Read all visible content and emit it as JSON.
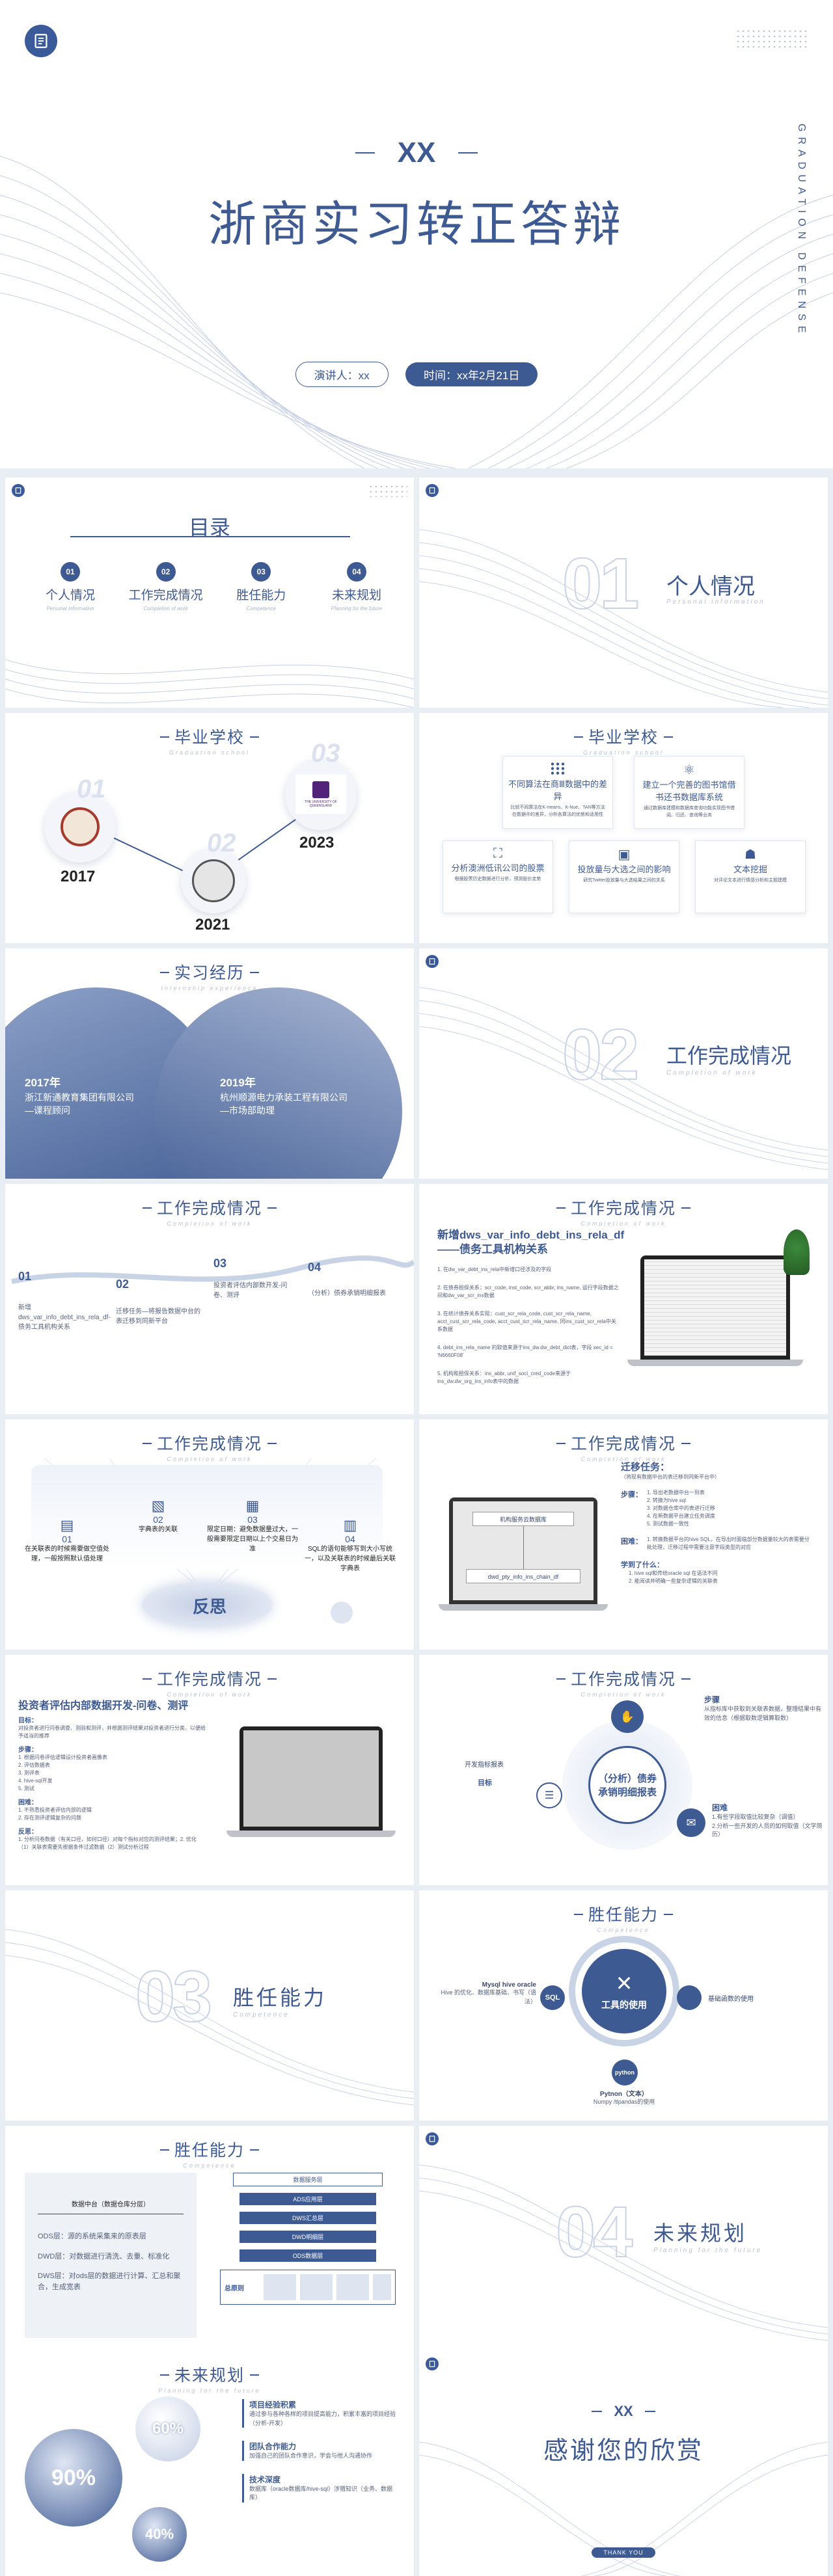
{
  "colors": {
    "primary": "#3e5a92",
    "light": "#c9d3e6",
    "pale": "#e9edf4"
  },
  "cover": {
    "xx": "XX",
    "title": "浙商实习转正答辩",
    "side_text": "GRADUATION DEFENSE",
    "presenter": "演讲人：xx",
    "time": "时间：xx年2月21日"
  },
  "toc": {
    "title": "目录",
    "items": [
      {
        "num": "01",
        "label": "个人情况",
        "en": "Personal information"
      },
      {
        "num": "02",
        "label": "工作完成情况",
        "en": "Completion of work"
      },
      {
        "num": "03",
        "label": "胜任能力",
        "en": "Competence"
      },
      {
        "num": "04",
        "label": "未来规划",
        "en": "Planning for the future"
      }
    ]
  },
  "sec01": {
    "num": "01",
    "title": "个人情况",
    "en": "Personal information"
  },
  "school": {
    "title": "毕业学校",
    "en": "Graduation school",
    "items": [
      {
        "year": "2017",
        "num": "01"
      },
      {
        "year": "2021",
        "num": "02"
      },
      {
        "year": "2023",
        "num": "03",
        "name": "THE UNIVERSITY OF QUEENSLAND"
      }
    ]
  },
  "school2": {
    "title": "毕业学校",
    "en": "Graduation school",
    "cards": [
      {
        "title": "不同算法在商Ⅲ数据中的差异",
        "desc": "比较不同算法在K-means、K-Nue、TAN等方法在数据中的差异，分析各算法的优势和适用性"
      },
      {
        "title": "建立一个完善的图书馆借书还书数据库系统",
        "desc": "通过数据库建模和数据库查询功能实现图书借阅、归还、查询等业务"
      },
      {
        "title": "分析澳洲低讯公司的股票",
        "desc": "根据股票历史数据进行分析，预测股价走势"
      },
      {
        "title": "投放量与大选之间的影响",
        "desc": "研究Twitter投放量与大选结果之间的关系"
      },
      {
        "title": "文本挖掘",
        "desc": "对评论文本进行情感分析和主题建模"
      }
    ]
  },
  "intern": {
    "title": "实习经历",
    "en": "Internship experience",
    "items": [
      {
        "year": "2017年",
        "desc": "浙江新通教育集团有限公司—课程顾问"
      },
      {
        "year": "2019年",
        "desc": "杭州顺源电力承装工程有限公司—市场部助理"
      }
    ]
  },
  "sec02": {
    "num": "02",
    "title": "工作完成情况",
    "en": "Completion of work"
  },
  "work1": {
    "title": "工作完成情况",
    "en": "Completion of work",
    "items": [
      {
        "num": "01",
        "desc": "新增dws_var_info_debt_ins_rela_df-债务工具机构关系"
      },
      {
        "num": "02",
        "desc": "迁移任务—将报告数据中台的表迁移到同新平台"
      },
      {
        "num": "03",
        "desc": "投资者评估内部数开发-问卷、测评"
      },
      {
        "num": "04",
        "desc": "（分析）债券承销明细报表"
      }
    ]
  },
  "work2": {
    "title": "工作完成情况",
    "en": "Completion of work",
    "heading1": "新增dws_var_info_debt_ins_rela_df",
    "heading2": "——债务工具机构关系",
    "steps": [
      "1. 在dw_var_debt_ins_rela中新增口径涉及的字段",
      "2. 在债券担保关系：scr_code, inst_code, scr_abbr, ins_name, 运行字段数据之间和dw_var_scr_ins数据",
      "3. 在统计债券关系实现：cust_scr_rela_code, cust_scr_rela_name, acct_cust_scr_rela_code, acct_cust_scr_rela_name, 同ins_cust_scr_rela中关系数据",
      "4. debt_ins_rela_name 的取值来源于ins_dw.dw_debt_dict表，字段 sec_id = 'N6660F08'",
      "5. 机构和担保关系：ins_abbr, unif_soci_cred_code来源于ins_dw.dw_org_ins_info表中的数据"
    ]
  },
  "work3": {
    "title": "工作完成情况",
    "en": "Completion of work",
    "center": "反思",
    "items": [
      {
        "num": "01",
        "desc": "在关联表的时候需要做空值处理，一般按照默认值处理"
      },
      {
        "num": "02",
        "desc": "字典表的关联"
      },
      {
        "num": "03",
        "desc": "限定日期：避免数据量过大，一般需要限定日期以上个交易日为准"
      },
      {
        "num": "04",
        "desc": "SQL的语句能够写到大小写统一，以及关联表的时候最后关联字典表"
      }
    ]
  },
  "work4": {
    "title": "工作完成情况",
    "en": "Completion of work",
    "screen_title": "机构服务云数据库",
    "screen_sub": "dwd_pty_info_ins_chain_df",
    "task_title": "迁移任务：",
    "task_sub": "（将现有数据中台的表迁移到同新平台中）",
    "steps_label": "步骤：",
    "steps": [
      "1. 导出老数据中台一到表",
      "2. 转换为hive sql",
      "3. 对数据仓库中的表进行迁移",
      "4. 在新数据平台建立任务调度",
      "5. 测试数据一致性"
    ],
    "difficulty_label": "困难：",
    "difficulty": "1. 转换数据平台的hive SQL，在导出时面临部分数据量较大的表需要分批处理，迁移过程中需要注意字段类型的对应",
    "learned_label": "学到了什么：",
    "learned": [
      "1. hive sql和传统oracle sql 在语法不同",
      "2. 能阅读并明确一些复杂逻辑的关联表"
    ]
  },
  "work5": {
    "title": "工作完成情况",
    "en": "Completion of work",
    "heading": "投资者评估内部数据开发-问卷、测评",
    "goal_label": "目标：",
    "goal": "对投资者进行问卷调查、测验和测评，并根据测评结果对投资者进行分类，以便给予适当的推荐",
    "steps_label": "步骤：",
    "steps": [
      "1. 根据问卷评估逻辑设计投资者画像表",
      "2. 评估数据表",
      "3. 测评表",
      "4. hive-sql开发",
      "5. 测试"
    ],
    "difficulty_label": "困难：",
    "difficulty": [
      "1. 不熟悉投资者评估内部的逻辑",
      "2. 存在测评逻辑复杂的问题"
    ],
    "reflect_label": "反思：",
    "reflect": "1. 分析问卷数据（有关口径，如何口径）对每个指标对应的测评结果；2. 优化（1）关联表需要先根据条件过滤数据（2）测试分析过程"
  },
  "work6": {
    "title": "工作完成情况",
    "en": "Completion of work",
    "center": "（分析）债券承销明细报表",
    "left_label": "开发指标报表",
    "goal_label": "目标",
    "steps_label": "步骤",
    "steps": "从指标库中获取到关联表数据，整理结果中有效的信息（根据取数逻辑算取数）",
    "difficulty_label": "困难",
    "difficulty": [
      "1.有些字段取值比较复杂（调值）",
      "2.分析一些开发的人员的如何取值（文字简历）"
    ]
  },
  "competence": {
    "title": "胜任能力",
    "en": "Competence",
    "center": "工具的使用",
    "sql_title": "Mysql hive oracle",
    "sql_desc": "Hive 的优化、数据库基础、书写（语法）",
    "python_title": "Pytnon（文本）",
    "python_desc": "Numpy /tlpandas的使用",
    "right_desc": "基础函数的使用",
    "sql_badge": "SQL",
    "py_badge": "python"
  },
  "sec03": {
    "num": "03",
    "title": "胜任能力",
    "en": "Competence"
  },
  "competence2": {
    "title": "胜任能力",
    "en": "Competence",
    "box_title": "数据中台（数据仓库分层）",
    "layers": [
      "ODS层：源的系统采集来的原表层",
      "DWD层：对数据进行清洗、去重、标准化",
      "DWS层：对ods层的数据进行计算、汇总和聚合，生成宽表"
    ],
    "diagram_top": "数据服务层",
    "diagram_rows": [
      "ADS应用层",
      "DWS汇总层",
      "DWD明细层",
      "ODS数据层"
    ],
    "diagram_bottom": "总原则"
  },
  "sec04": {
    "num": "04",
    "title": "未来规划",
    "en": "Planning for the future"
  },
  "future": {
    "title": "未来规划",
    "en": "Planning for the future",
    "percents": [
      "90%",
      "60%",
      "40%"
    ],
    "items": [
      {
        "title": "项目经验积累",
        "desc": "通过参与各种各样的项目提高能力，积累丰富的项目经验（分析-开发）"
      },
      {
        "title": "团队合作能力",
        "desc": "加强自己的团队合作意识，学会与他人沟通协作"
      },
      {
        "title": "技术深度",
        "desc": "数据库（oracle数据库/hive-sql）涉猎知识（业务、数据库）"
      }
    ]
  },
  "thanks": {
    "xx": "XX",
    "title": "感谢您的欣赏",
    "btn": "THANK YOU"
  }
}
